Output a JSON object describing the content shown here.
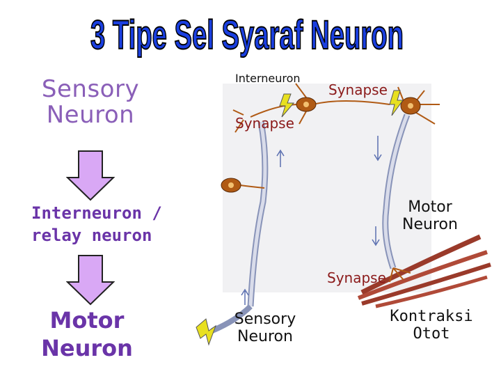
{
  "title": "3 Tipe Sel Syaraf Neuron",
  "flow": {
    "step1": "Sensory Neuron",
    "step2_line1": "Interneuron /",
    "step2_line2": "relay neuron",
    "step3": "Motor Neuron"
  },
  "diagram": {
    "interneuron": "Interneuron",
    "synapse_top_right": "Synapse",
    "synapse_top_left": "Synapse",
    "motor_neuron_line1": "Motor",
    "motor_neuron_line2": "Neuron",
    "synapse_bottom": "Synapse",
    "sensory_neuron_line1": "Sensory",
    "sensory_neuron_line2": "Neuron",
    "muscle_line1": "Kontraksi",
    "muscle_line2": "Otot"
  },
  "colors": {
    "title_fill": "#1a3fe0",
    "arrow_fill": "#d9a8f5",
    "synapse_text": "#8b1a1a",
    "nerve_fill": "#c9cfe0",
    "soma_fill": "#b05a14",
    "muscle_fill": "#9a3a2a"
  }
}
